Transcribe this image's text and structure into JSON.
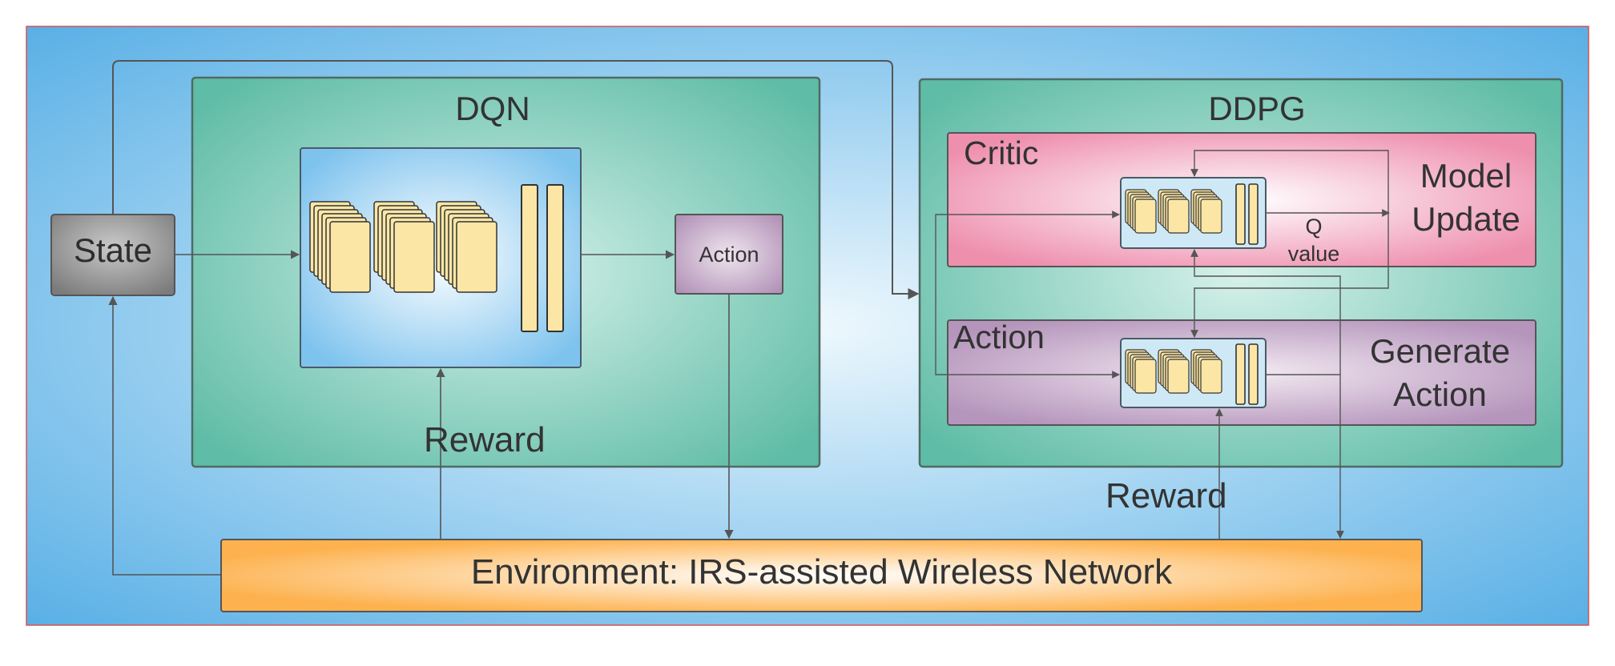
{
  "state": {
    "label": "State"
  },
  "dqn": {
    "title": "DQN",
    "action_label": "Action",
    "reward_label": "Reward"
  },
  "ddpg": {
    "title": "DDPG",
    "critic": {
      "label": "Critic",
      "side_line1": "Model",
      "side_line2": "Update",
      "q_line1": "Q",
      "q_line2": "value"
    },
    "actor": {
      "label": "Action",
      "side_line1": "Generate",
      "side_line2": "Action"
    },
    "reward_label": "Reward"
  },
  "environment": {
    "label": "Environment: IRS-assisted Wireless Network"
  },
  "colors": {
    "outer_center": "#eef8fd",
    "outer_edge": "#5ab0e6",
    "green_center": "#d6f1ea",
    "green_edge": "#5fbca6",
    "blue_center": "#ffffff",
    "blue_edge": "#7ec3ee",
    "critic_center": "#ffffff",
    "critic_edge": "#ee8fae",
    "actor_center": "#f3eaf2",
    "actor_edge": "#b595bc",
    "env_center": "#ffffff",
    "env_edge": "#fdb24f",
    "card": "#fbe6a6",
    "state_fill": "#8d8d8d",
    "stroke": "#555555"
  }
}
